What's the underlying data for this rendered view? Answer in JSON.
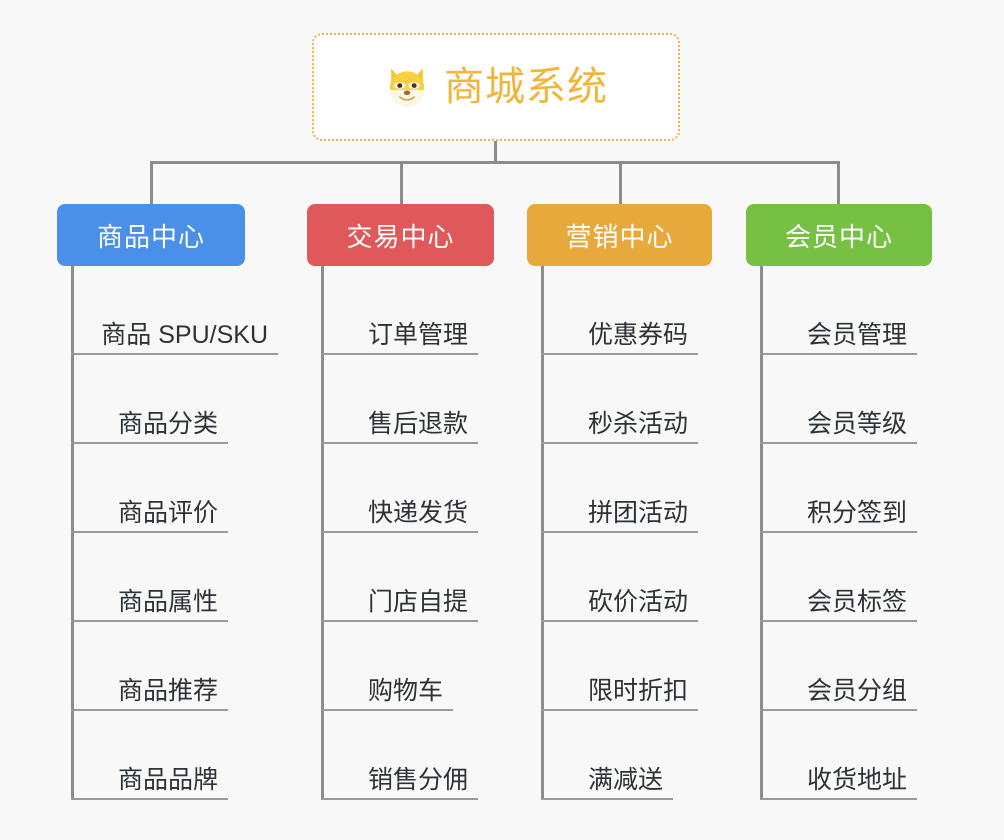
{
  "background_color": "#f8f8f8",
  "root": {
    "icon": "shiba-dog-face-icon",
    "title": "商城系统",
    "title_color": "#f2b53c",
    "border_color": "#eeb04a",
    "background": "#ffffff"
  },
  "connector_color": "#8c8c8c",
  "leaf_text_color": "#2d3237",
  "leaf_rule_color": "#9a9a9a",
  "categories": [
    {
      "label": "商品中心",
      "color": "#4a90e8",
      "items": [
        "商品 SPU/SKU",
        "商品分类",
        "商品评价",
        "商品属性",
        "商品推荐",
        "商品品牌"
      ]
    },
    {
      "label": "交易中心",
      "color": "#e0595a",
      "items": [
        "订单管理",
        "售后退款",
        "快递发货",
        "门店自提",
        "购物车",
        "销售分佣"
      ]
    },
    {
      "label": "营销中心",
      "color": "#e8a93c",
      "items": [
        "优惠券码",
        "秒杀活动",
        "拼团活动",
        "砍价活动",
        "限时折扣",
        "满减送"
      ]
    },
    {
      "label": "会员中心",
      "color": "#76c044",
      "items": [
        "会员管理",
        "会员等级",
        "积分签到",
        "会员标签",
        "会员分组",
        "收货地址"
      ]
    }
  ]
}
